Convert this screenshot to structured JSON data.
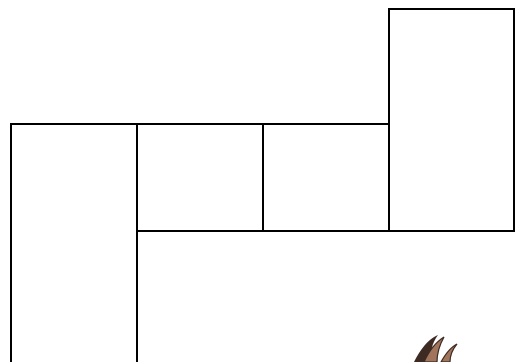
{
  "figure": {
    "type": "box-net-outline",
    "stroke_color": "#000000",
    "background_color": "#ffffff",
    "cells": [
      {
        "id": "top-right-flap"
      },
      {
        "id": "middle-left"
      },
      {
        "id": "middle-center"
      },
      {
        "id": "middle-right"
      },
      {
        "id": "left-flap"
      }
    ],
    "fragment": {
      "icon": "brown-claw-shape-icon",
      "fill_color": "#a0755c",
      "shade_color": "#3d2a22"
    }
  }
}
